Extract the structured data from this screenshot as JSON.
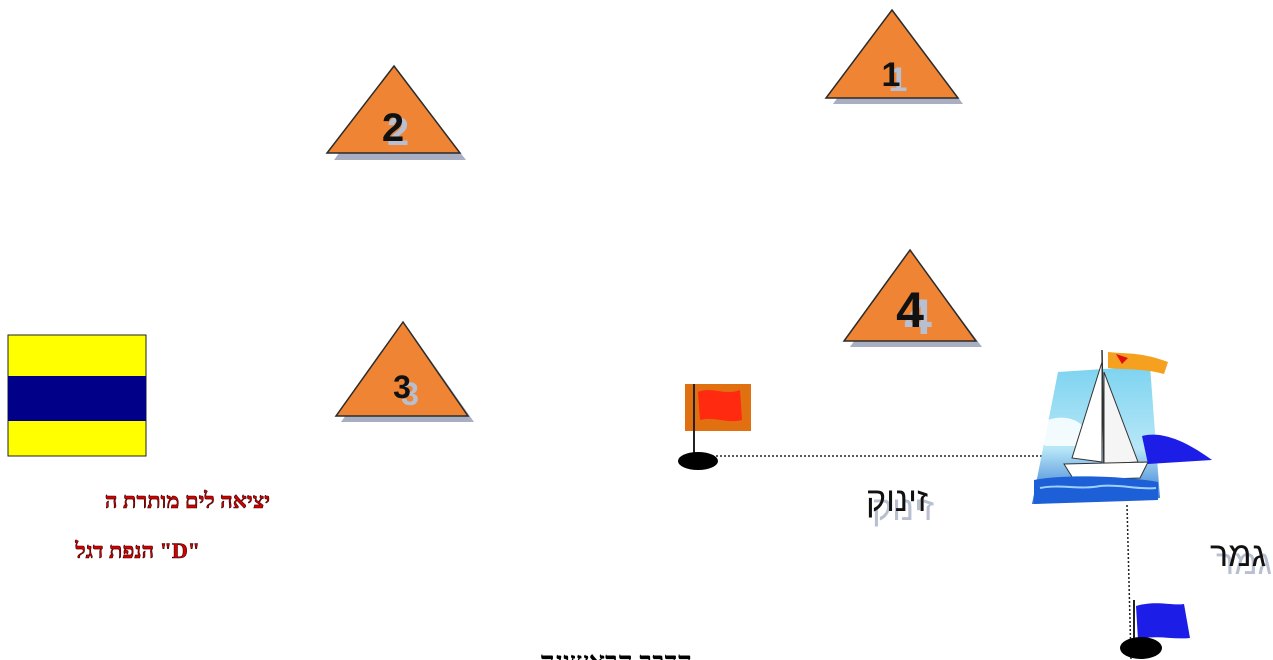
{
  "marks": [
    {
      "label": "1"
    },
    {
      "label": "2"
    },
    {
      "label": "3"
    },
    {
      "label": "4"
    }
  ],
  "start_label": "זינוק",
  "finish_label": "גמר",
  "flag_d_notice": {
    "line1": "יציאה לים מותרת ה",
    "line2": "הנפת דגל \"D\""
  },
  "bottom_title": "הדבר הראשונה",
  "colors": {
    "mark_fill": "#ee8434",
    "mark_stroke": "#2b2b2b",
    "mark_shadow": "#a8afc3",
    "flag_d_yellow": "#ffff00",
    "flag_d_blue": "#000088",
    "finish_flag": "#1d1de8",
    "start_flag": "#ff2a10",
    "text_red": "#d40000"
  },
  "icons": [
    "sailboat-icon",
    "red-flag-icon",
    "blue-flag-icon",
    "buoy-icon",
    "signal-flag-d-icon"
  ]
}
